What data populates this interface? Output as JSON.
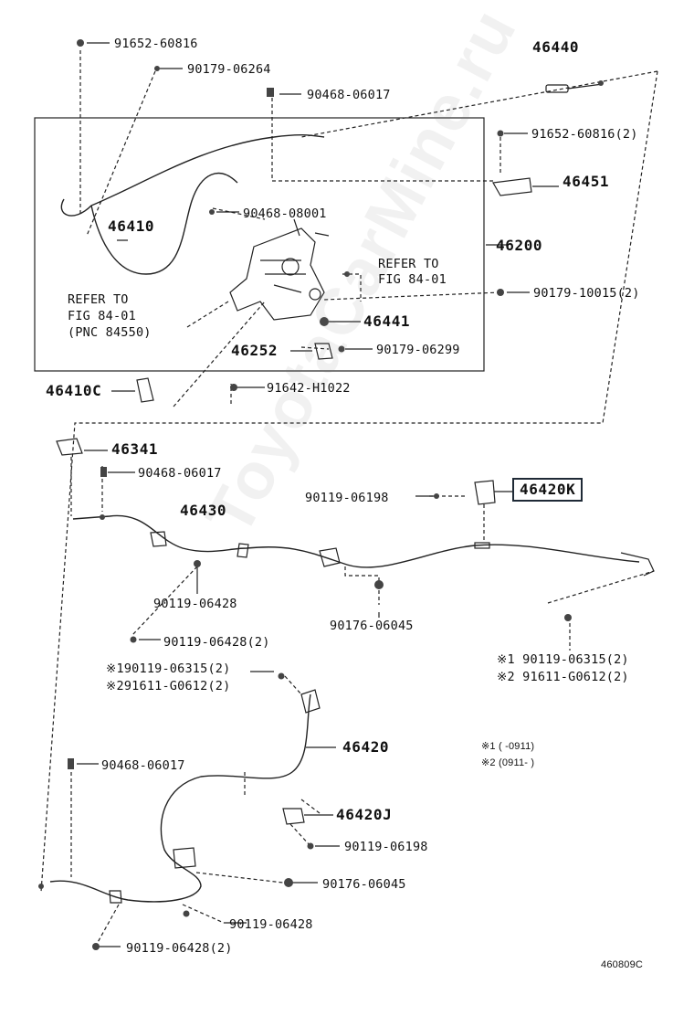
{
  "parts": {
    "p91652_60816": "91652-60816",
    "p90179_06264": "90179-06264",
    "p46440": "46440",
    "p90468_06017_top": "90468-06017",
    "p91652_60816_2": "91652-60816(2)",
    "p46451": "46451",
    "p90468_08001": "90468-08001",
    "p46410": "46410",
    "p46200": "46200",
    "p90179_10015_2": "90179-10015(2)",
    "p46441": "46441",
    "p46252": "46252",
    "p90179_06299": "90179-06299",
    "p46410C": "46410C",
    "p91642_H1022": "91642-H1022",
    "p46341": "46341",
    "p90468_06017_mid": "90468-06017",
    "p46430": "46430",
    "p90119_06198_a": "90119-06198",
    "p46420K": "46420K",
    "p90119_06428_a": "90119-06428",
    "p90176_06045_a": "90176-06045",
    "p90119_06428_2a": "90119-06428(2)",
    "p_left_x1": "※190119-06315(2)",
    "p_left_x2": "※291611-G0612(2)",
    "p_right_x1": "※1 90119-06315(2)",
    "p_right_x2": "※2 91611-G0612(2)",
    "p46420": "46420",
    "p90468_06017_low": "90468-06017",
    "p46420J": "46420J",
    "p90119_06198_b": "90119-06198",
    "p90176_06045_b": "90176-06045",
    "p90119_06428_b": "90119-06428",
    "p90119_06428_2b": "90119-06428(2)"
  },
  "refer_right": {
    "line1": "REFER TO",
    "line2": "FIG 84-01"
  },
  "refer_left": {
    "line1": "REFER TO",
    "line2": "FIG 84-01",
    "line3": "(PNC 84550)"
  },
  "notes": {
    "n1": "※1 (    -0911)",
    "n2": "※2 (0911-    )"
  },
  "figure_code": "460809C",
  "watermark": "ToyotaCarMine.ru"
}
